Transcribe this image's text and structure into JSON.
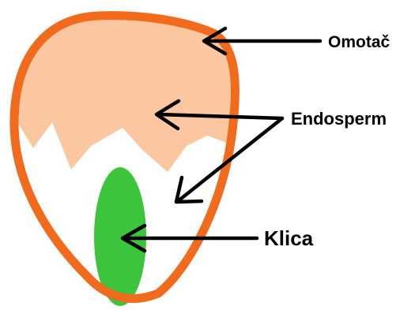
{
  "labels": {
    "coat": "Omotač",
    "endosperm": "Endosperm",
    "embryo": "Klica"
  },
  "colors": {
    "coat_outline": "#f26a1b",
    "endosperm_fill": "#fbc7a0",
    "embryo_fill": "#3cc43c",
    "inner_fill": "#ffffff",
    "arrow": "#000000"
  }
}
